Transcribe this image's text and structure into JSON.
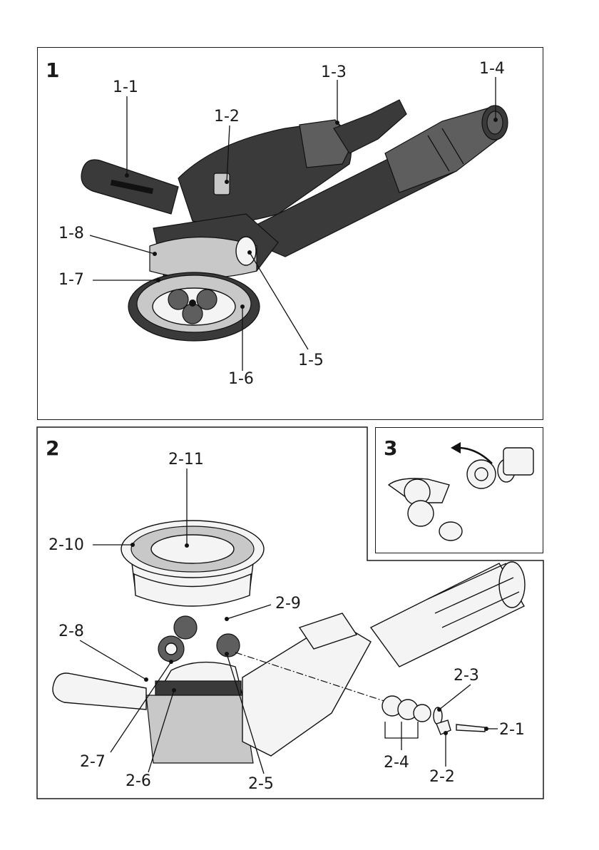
{
  "figures": [
    {
      "number": "1",
      "callouts": [
        "1-1",
        "1-2",
        "1-3",
        "1-4",
        "1-5",
        "1-6",
        "1-7",
        "1-8"
      ]
    },
    {
      "number": "2",
      "callouts": [
        "2-1",
        "2-2",
        "2-3",
        "2-4",
        "2-5",
        "2-6",
        "2-7",
        "2-8",
        "2-9",
        "2-10",
        "2-11"
      ]
    },
    {
      "number": "3",
      "callouts": []
    }
  ]
}
